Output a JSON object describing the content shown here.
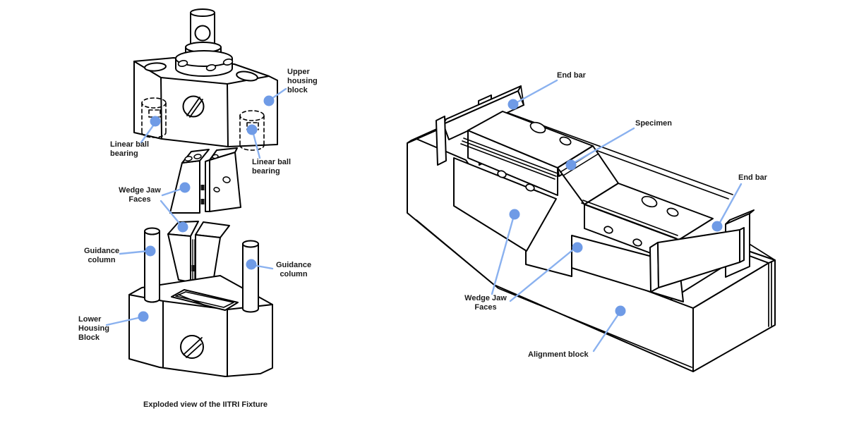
{
  "page": {
    "background": "#ffffff"
  },
  "colors": {
    "callout_dot": "#6f9be6",
    "callout_leader": "#8ab1ef",
    "line_art": "#000000",
    "label_text": "#1a1a1a"
  },
  "figure_left": {
    "caption": "Exploded view of the IITRI Fixture",
    "labels": {
      "upper_housing": {
        "l1": "Upper",
        "l2": "housing",
        "l3": "block"
      },
      "bearing_left": {
        "l1": "Linear ball",
        "l2": "bearing"
      },
      "bearing_right": {
        "l1": "Linear ball",
        "l2": "bearing"
      },
      "wedge_jaw": {
        "l1": "Wedge Jaw",
        "l2": "Faces"
      },
      "guidance_left": {
        "l1": "Guidance",
        "l2": "column"
      },
      "guidance_right": {
        "l1": "Guidance",
        "l2": "column"
      },
      "lower_housing": {
        "l1": "Lower",
        "l2": "Housing",
        "l3": "Block"
      }
    }
  },
  "figure_right": {
    "labels": {
      "end_bar_left": "End bar",
      "specimen": "Specimen",
      "end_bar_right": "End bar",
      "wedge_jaw": {
        "l1": "Wedge Jaw",
        "l2": "Faces"
      },
      "alignment_block": "Alignment block"
    }
  }
}
